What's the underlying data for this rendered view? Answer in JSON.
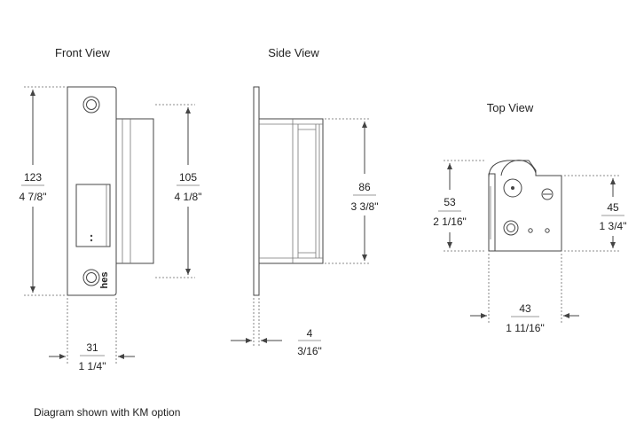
{
  "views": {
    "front": {
      "title": "Front View",
      "height_mm": "123",
      "height_in": "4 7/8\"",
      "body_height_mm": "105",
      "body_height_in": "4 1/8\"",
      "width_mm": "31",
      "width_in": "1 1/4\"",
      "logo": "hes"
    },
    "side": {
      "title": "Side View",
      "depth_mm": "86",
      "depth_in": "3 3/8\"",
      "lip_mm": "4",
      "lip_in": "3/16\""
    },
    "top": {
      "title": "Top View",
      "left_mm": "53",
      "left_in": "2 1/16\"",
      "right_mm": "45",
      "right_in": "1 3/4\"",
      "width_mm": "43",
      "width_in": "1 11/16\""
    }
  },
  "caption": "Diagram shown with KM option"
}
